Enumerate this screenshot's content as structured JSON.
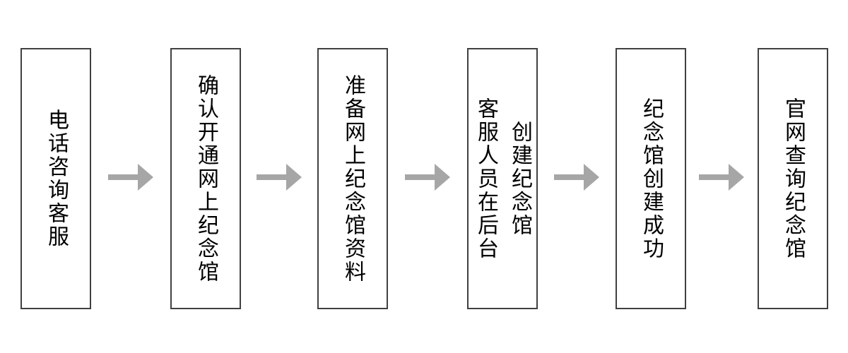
{
  "diagram": {
    "type": "flowchart",
    "direction": "left-to-right",
    "colors": {
      "background": "#ffffff",
      "box_border": "#404040",
      "arrow": "#a6a6a6",
      "text": "#000000"
    },
    "steps": [
      {
        "text": "电话咨询客服"
      },
      {
        "text": "确认开通网上纪念馆"
      },
      {
        "text": "准备网上纪念馆资料"
      },
      {
        "text": "客服人员在后台\n创建纪念馆"
      },
      {
        "text": "纪念馆创建成功"
      },
      {
        "text": "官网查询纪念馆"
      }
    ],
    "connector": "right-arrow"
  }
}
